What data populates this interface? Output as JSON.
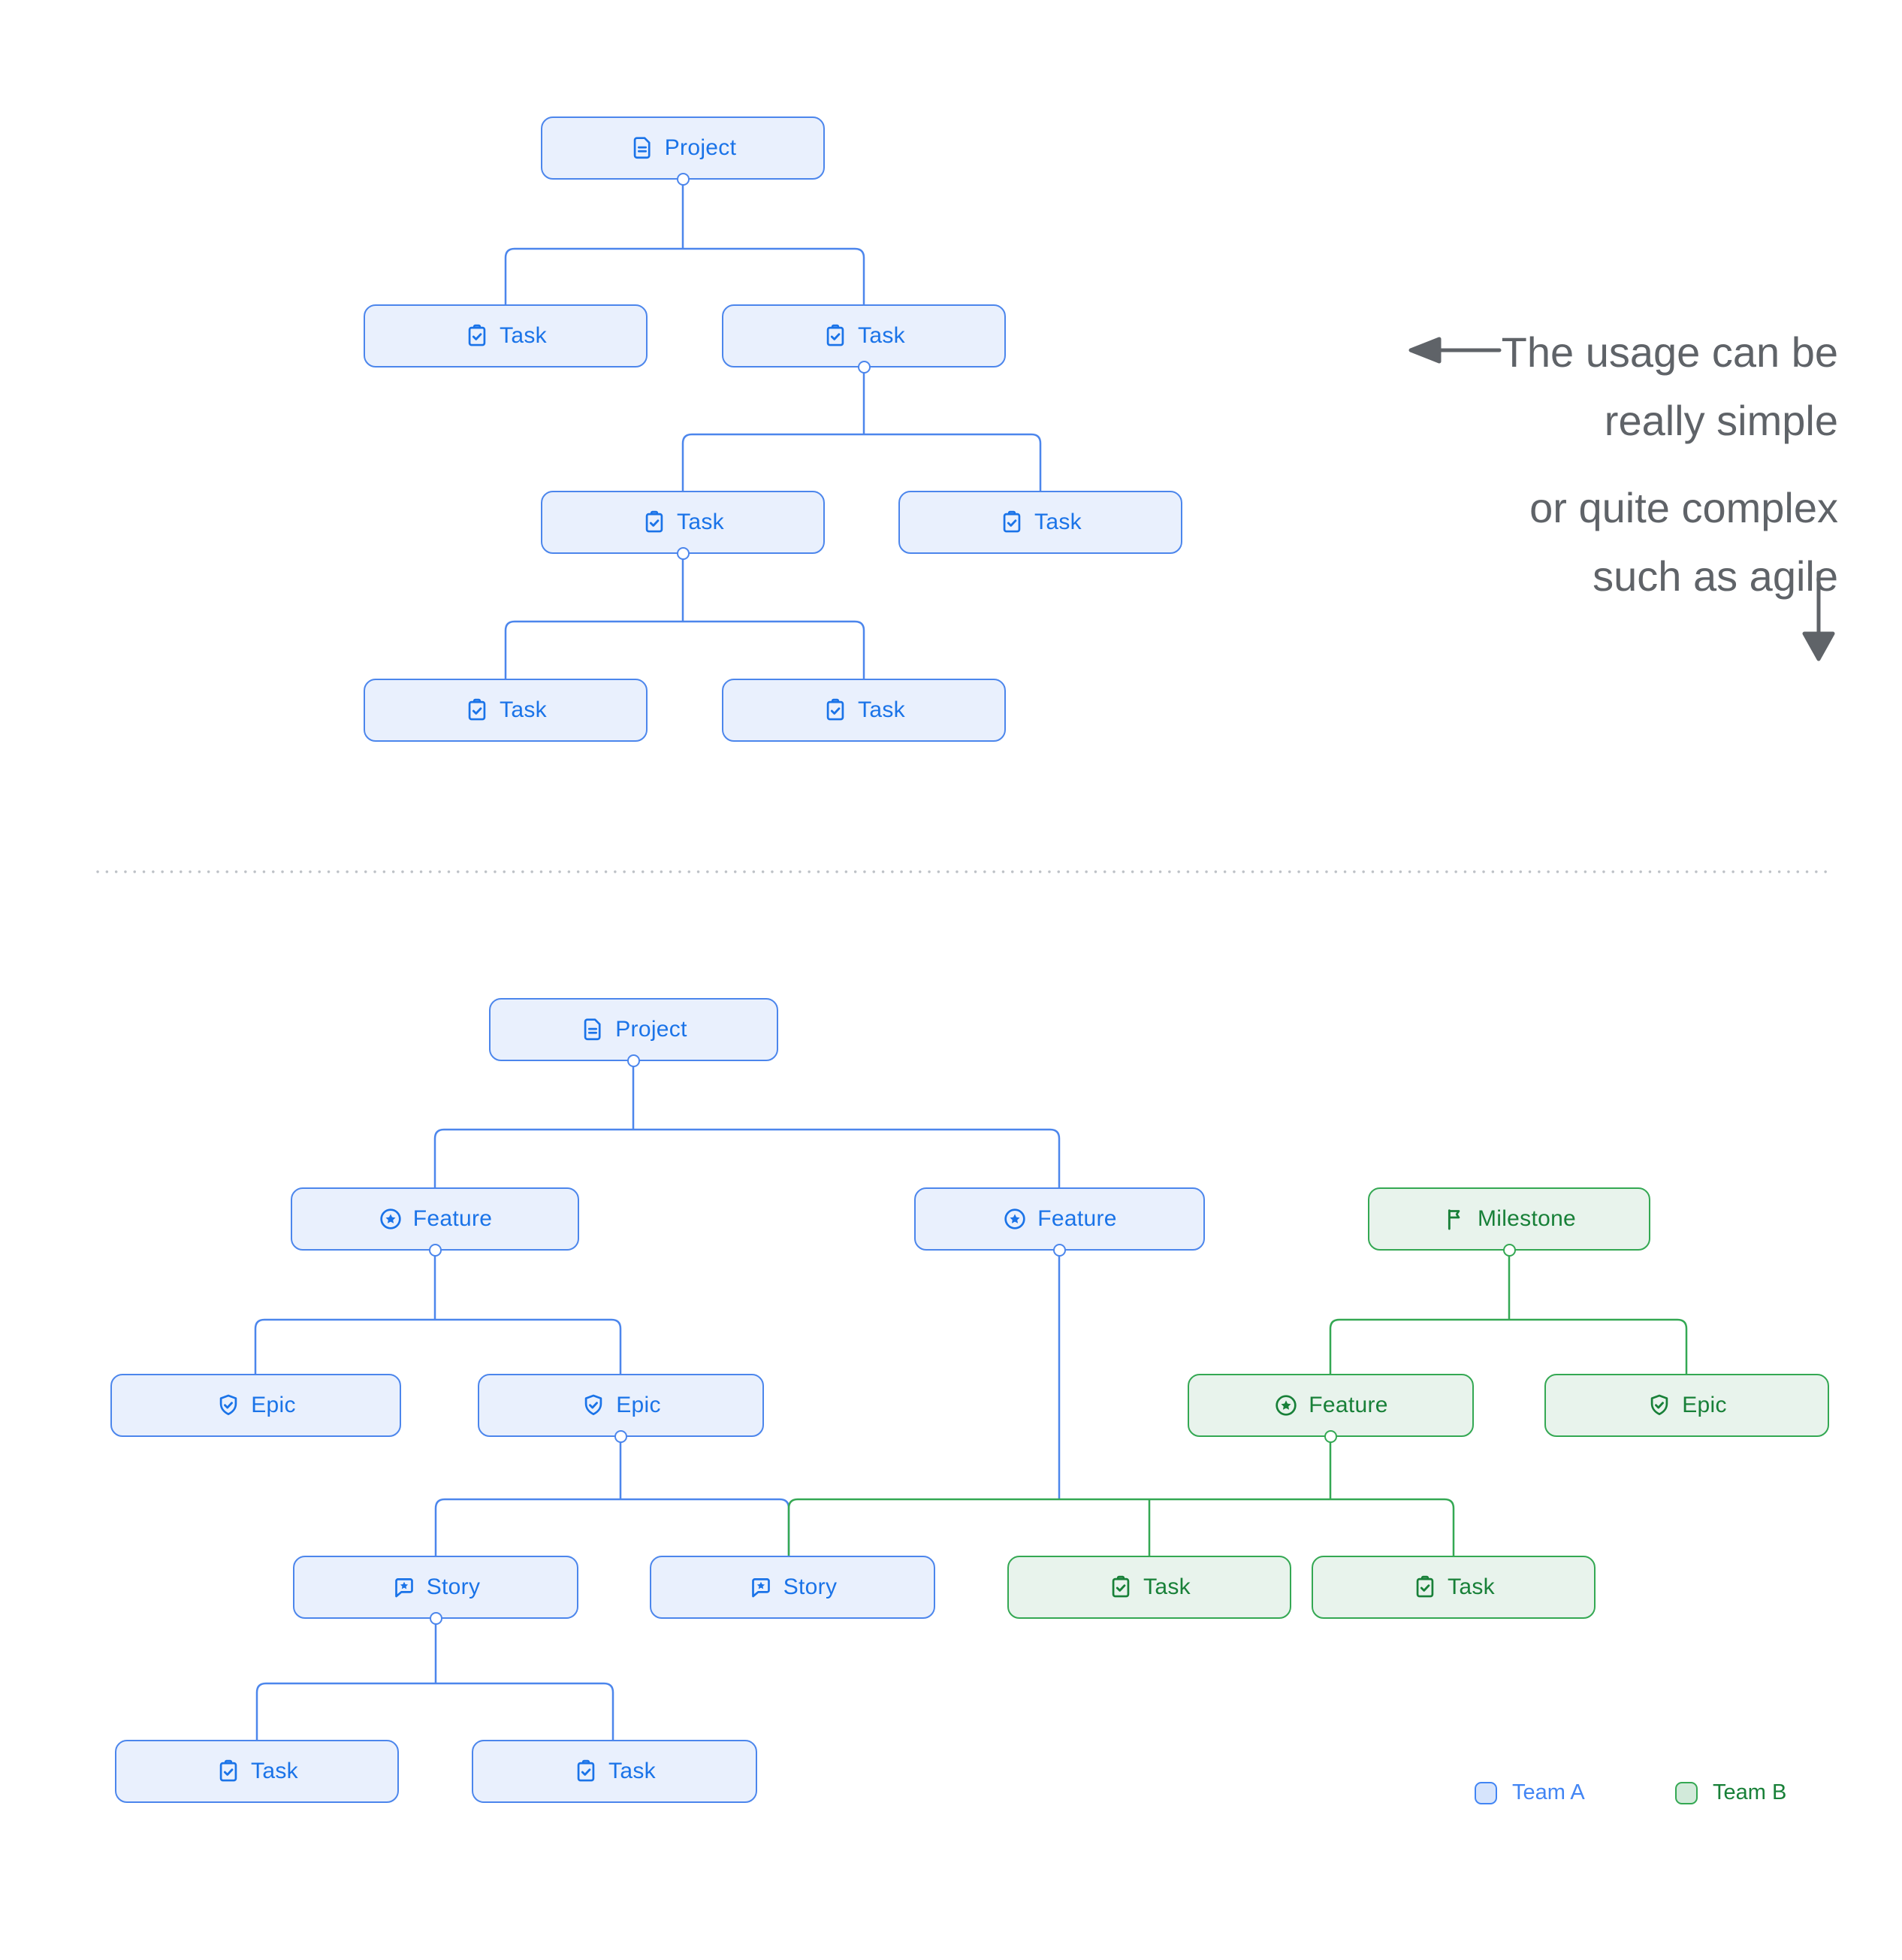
{
  "labels": {
    "project": "Project",
    "task": "Task",
    "feature": "Feature",
    "epic": "Epic",
    "story": "Story",
    "milestone": "Milestone"
  },
  "annotation": {
    "para1_line1": "The usage can be",
    "para1_line2": "really simple",
    "para2_line1": "or quite complex",
    "para2_line2": "such as agile"
  },
  "legend": {
    "team_a_label": "Team A",
    "team_b_label": "Team B"
  },
  "colors": {
    "team_a_accent": "#4C86EC",
    "team_a_fill": "#E9F0FD",
    "team_a_text": "#1A73E8",
    "team_b_accent": "#34A853",
    "team_b_fill": "#E8F3EC",
    "team_b_text": "#188038",
    "annotation_text": "#5F6368",
    "divider_dots": "#BDC1C6"
  },
  "simple_tree": {
    "description": "Simple usage: Project with nested Tasks",
    "root": "Project",
    "edges": [
      [
        "Project",
        "Task 1"
      ],
      [
        "Project",
        "Task 2"
      ],
      [
        "Task 2",
        "Task 3"
      ],
      [
        "Task 2",
        "Task 4"
      ],
      [
        "Task 3",
        "Task 5"
      ],
      [
        "Task 3",
        "Task 6"
      ]
    ]
  },
  "complex_tree": {
    "description": "Complex agile usage with two teams",
    "teams": {
      "A": "blue",
      "B": "green"
    },
    "edges": [
      [
        "Project A",
        "Feature A1"
      ],
      [
        "Project A",
        "Feature A2"
      ],
      [
        "Feature A1",
        "Epic A1"
      ],
      [
        "Feature A1",
        "Epic A2"
      ],
      [
        "Epic A2",
        "Story A1"
      ],
      [
        "Epic A2",
        "Story A2"
      ],
      [
        "Feature A2",
        "Story A2"
      ],
      [
        "Feature A2",
        "Task B1"
      ],
      [
        "Feature A2",
        "Task B2"
      ],
      [
        "Milestone B",
        "Feature B1"
      ],
      [
        "Milestone B",
        "Epic B1"
      ],
      [
        "Feature B1",
        "Story A2"
      ],
      [
        "Feature B1",
        "Task B1"
      ],
      [
        "Feature B1",
        "Task B2"
      ],
      [
        "Story A1",
        "Task A1"
      ],
      [
        "Story A1",
        "Task A2"
      ]
    ]
  }
}
